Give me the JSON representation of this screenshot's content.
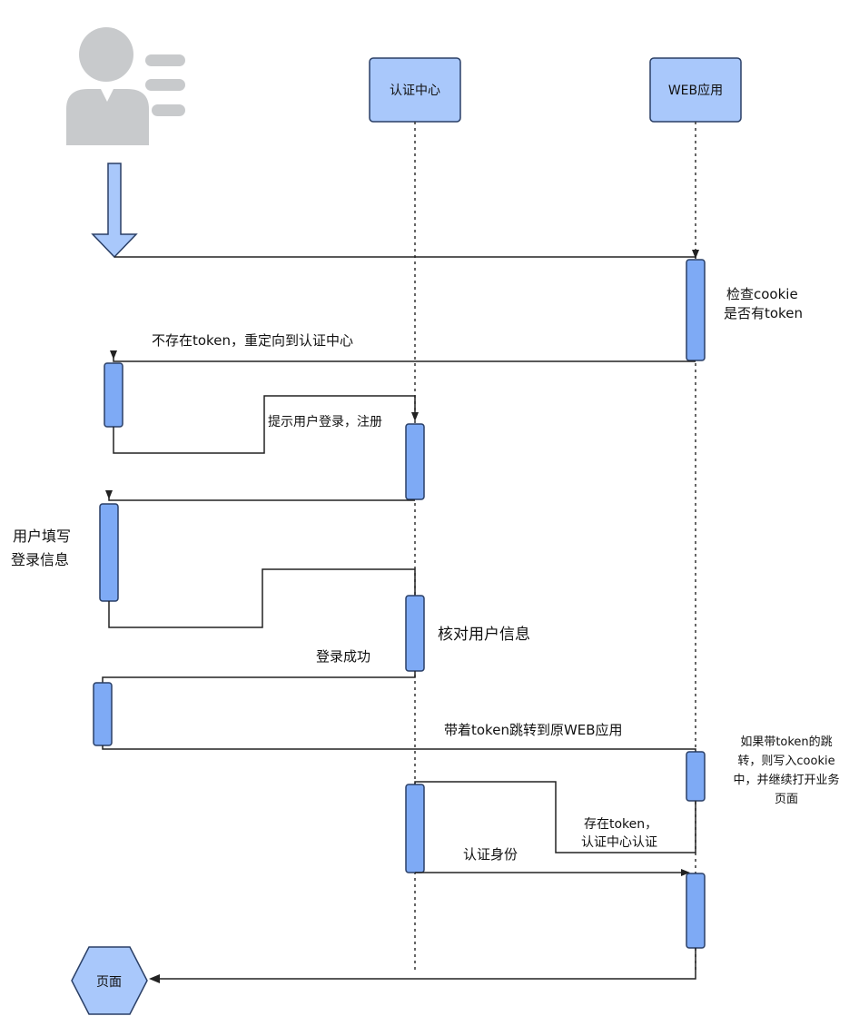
{
  "participants": {
    "user": "",
    "auth_center": "认证中心",
    "web_app": "WEB应用",
    "page": "页面"
  },
  "messages": {
    "check_cookie_1": "检查cookie",
    "check_cookie_2": "是否有token",
    "redirect": "不存在token，重定向到认证中心",
    "prompt_login": "提示用户登录，注册",
    "user_fill_1": "用户填写",
    "user_fill_2": "登录信息",
    "verify_user": "核对用户信息",
    "login_success": "登录成功",
    "jump_back": "带着token跳转到原WEB应用",
    "web_note_1": "如果带token的跳",
    "web_note_2": "转，则写入cookie",
    "web_note_3": "中，并继续打开业务",
    "web_note_4": "页面",
    "token_exists_1": "存在token，",
    "token_exists_2": "认证中心认证",
    "auth_identity": "认证身份"
  },
  "colors": {
    "participant_fill": "#a9c8fb",
    "activation_fill": "#7eaaf5",
    "border": "#2a3f66",
    "user_icon": "#c8cacc"
  }
}
